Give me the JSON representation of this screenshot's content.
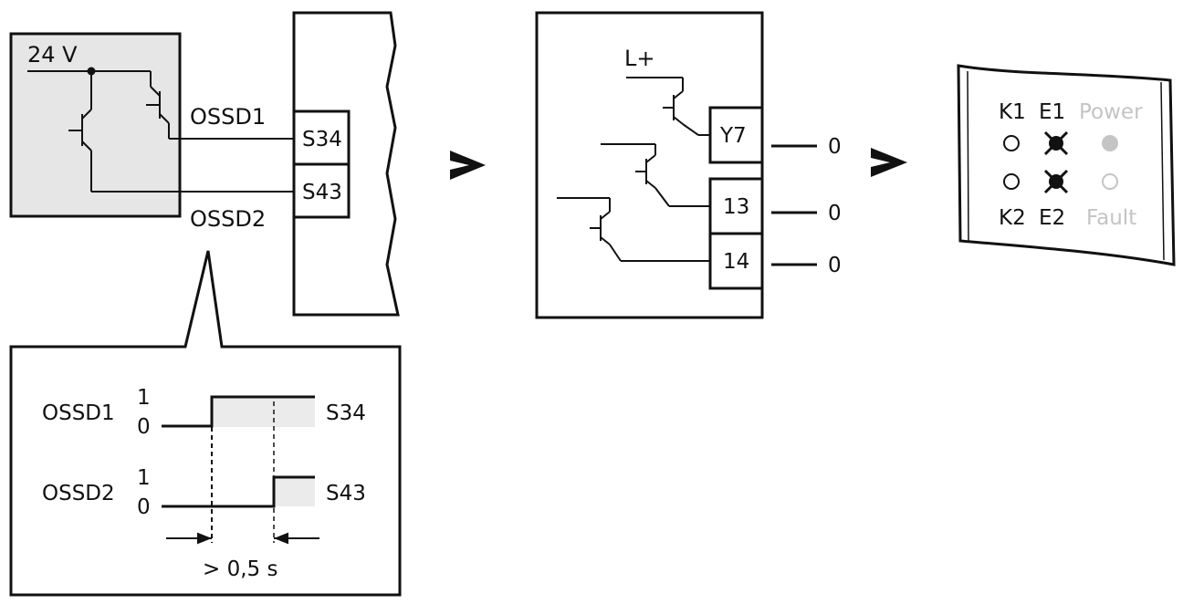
{
  "sensor": {
    "supply_label": "24 V",
    "ossd1_label": "OSSD1",
    "ossd2_label": "OSSD2"
  },
  "relay_input": {
    "terminal_s34": "S34",
    "terminal_s43": "S43"
  },
  "output_stage": {
    "supply_label": "L+",
    "terminals": [
      "Y7",
      "13",
      "14"
    ],
    "output_values": [
      "0",
      "0",
      "0"
    ]
  },
  "led_panel": {
    "top_labels": [
      "K1",
      "E1",
      "Power"
    ],
    "bottom_labels": [
      "K2",
      "E2",
      "Fault"
    ]
  },
  "timing": {
    "rows": [
      {
        "signal": "OSSD1",
        "high": "1",
        "low": "0",
        "terminal": "S34"
      },
      {
        "signal": "OSSD2",
        "high": "1",
        "low": "0",
        "terminal": "S43"
      }
    ],
    "delay_label": "> 0,5 s"
  },
  "colors": {
    "line": "#111111",
    "sensor_fill": "#e6e6e6",
    "timing_fill": "#ebebeb",
    "led_dim": "#c4c4c4"
  }
}
